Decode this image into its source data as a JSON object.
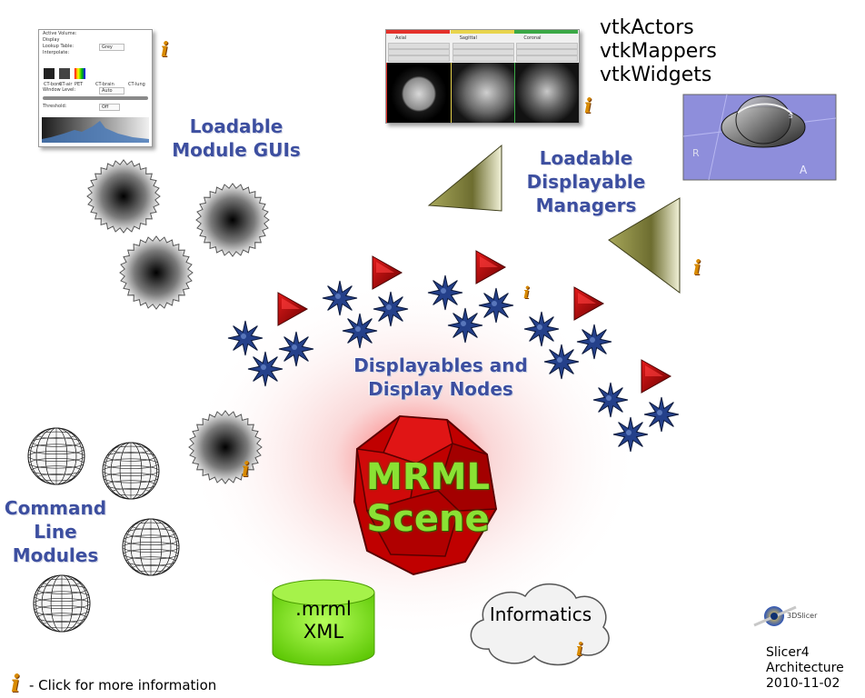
{
  "labels": {
    "loadable_gui": [
      "Loadable",
      "Module GUIs"
    ],
    "loadable_managers": [
      "Loadable",
      "Displayable",
      "Managers"
    ],
    "displayables": [
      "Displayables and",
      "Display Nodes"
    ],
    "cli": [
      "Command",
      "Line",
      "Modules"
    ],
    "mrml_scene": [
      "MRML",
      "Scene"
    ],
    "storage": [
      ".mrml",
      "XML"
    ],
    "informatics": "Informatics",
    "vtk": [
      "vtkActors",
      "vtkMappers",
      "vtkWidgets"
    ]
  },
  "info_glyph": "i",
  "legend": "- Click for more information",
  "slicer_logo": "3DSlicer",
  "version": [
    "Slicer4",
    "Architecture",
    "2010-11-02"
  ],
  "module_panel": {
    "rows": [
      "Active Volume:",
      "Display",
      "Lookup Table:",
      "Interpolate:",
      "Window Level:",
      "Threshold:"
    ],
    "values": [
      "Grey",
      "Auto",
      "Off"
    ],
    "presets": [
      "CT-bone",
      "CT-air",
      "PET",
      "CT-brain",
      "CT-lung"
    ]
  },
  "viewer": {
    "views": [
      "Axial",
      "Sagittal",
      "Coronal"
    ],
    "colors": [
      "#e4312b",
      "#e8d44d",
      "#3aa845"
    ]
  },
  "render3d": {
    "axis_labels": [
      "R",
      "A",
      "S"
    ]
  },
  "colors": {
    "label_blue": "#3d4fa0",
    "mrml_green": "#8ae234",
    "info_orange": "#d88a00",
    "manager_olive": "#8a8a3a",
    "star_blue": "#24408a",
    "arrow_red": "#b30d0d",
    "cube_red": "#c00000",
    "storage_green": "#7ee81a"
  }
}
